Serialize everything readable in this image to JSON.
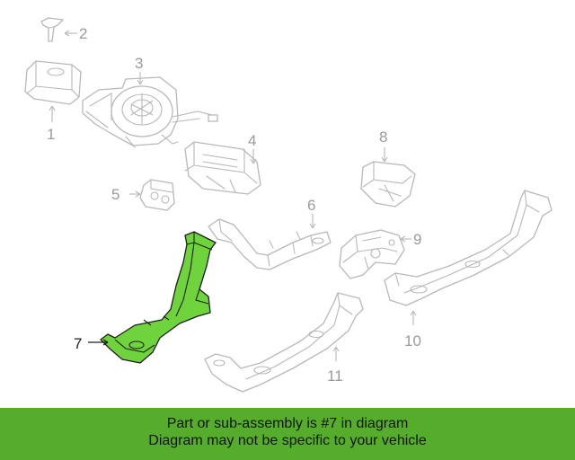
{
  "diagram": {
    "callouts": {
      "c1": "1",
      "c2": "2",
      "c3": "3",
      "c4": "4",
      "c5": "5",
      "c6": "6",
      "c7": "7",
      "c8": "8",
      "c9": "9",
      "c10": "10",
      "c11": "11"
    },
    "highlight_color": "#6fd43b",
    "part_color": "#b8b8b8"
  },
  "banner": {
    "line1": "Part or sub-assembly is #7 in diagram",
    "line2": "Diagram may not be specific to your vehicle",
    "color": "#56ad2b"
  }
}
